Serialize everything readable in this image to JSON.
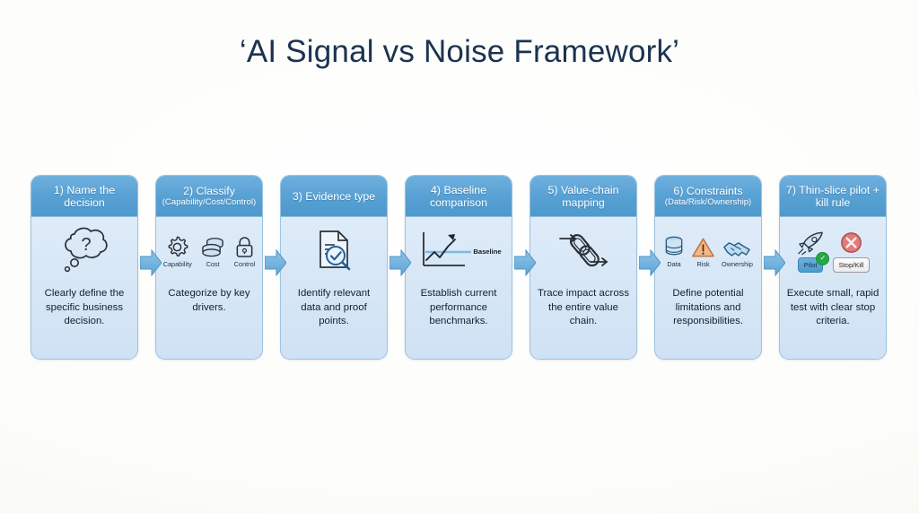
{
  "slide": {
    "title": "‘AI Signal vs Noise Framework’",
    "background_color": "#fbfbf9",
    "header_color": "#56a0d3",
    "body_color": "#d7e7f6",
    "title_color": "#1b3350",
    "arrow_color": "#6aaede"
  },
  "steps": [
    {
      "id": "step-1",
      "title": "1) Name the decision",
      "subtitle": "",
      "description": "Clearly define the specific business decision.",
      "icon": "thought-bubble-question-icon",
      "icon_labels": []
    },
    {
      "id": "step-2",
      "title": "2) Classify",
      "subtitle": "(Capability/Cost/Control)",
      "description": "Categorize by key drivers.",
      "icon": "gear-coins-lock-icons",
      "icon_labels": [
        "Capability",
        "Cost",
        "Control"
      ]
    },
    {
      "id": "step-3",
      "title": "3) Evidence type",
      "subtitle": "",
      "description": "Identify relevant data and proof points.",
      "icon": "document-magnifier-check-icon",
      "icon_labels": []
    },
    {
      "id": "step-4",
      "title": "4) Baseline comparison",
      "subtitle": "",
      "description": "Establish current performance benchmarks.",
      "icon": "line-chart-baseline-icon",
      "icon_labels": [
        "Baseline"
      ]
    },
    {
      "id": "step-5",
      "title": "5) Value-chain mapping",
      "subtitle": "",
      "description": "Trace impact across the entire value chain.",
      "icon": "chain-link-arrows-icon",
      "icon_labels": []
    },
    {
      "id": "step-6",
      "title": "6) Constraints",
      "subtitle": "(Data/Risk/Ownership)",
      "description": "Define potential limitations and responsibilities.",
      "icon": "database-warning-handshake-icons",
      "icon_labels": [
        "Data",
        "Risk",
        "Ownership"
      ]
    },
    {
      "id": "step-7",
      "title": "7) Thin-slice pilot + kill rule",
      "subtitle": "",
      "description": "Execute small, rapid test with clear stop criteria.",
      "icon": "rocket-stopkill-icons",
      "icon_labels": [
        "Pilot",
        "Stop/Kill"
      ]
    }
  ],
  "connectors": [
    {
      "name": "arrow-1-to-2"
    },
    {
      "name": "arrow-2-to-3"
    },
    {
      "name": "arrow-3-to-4"
    },
    {
      "name": "arrow-4-to-5"
    },
    {
      "name": "arrow-5-to-6"
    },
    {
      "name": "arrow-6-to-7"
    }
  ]
}
